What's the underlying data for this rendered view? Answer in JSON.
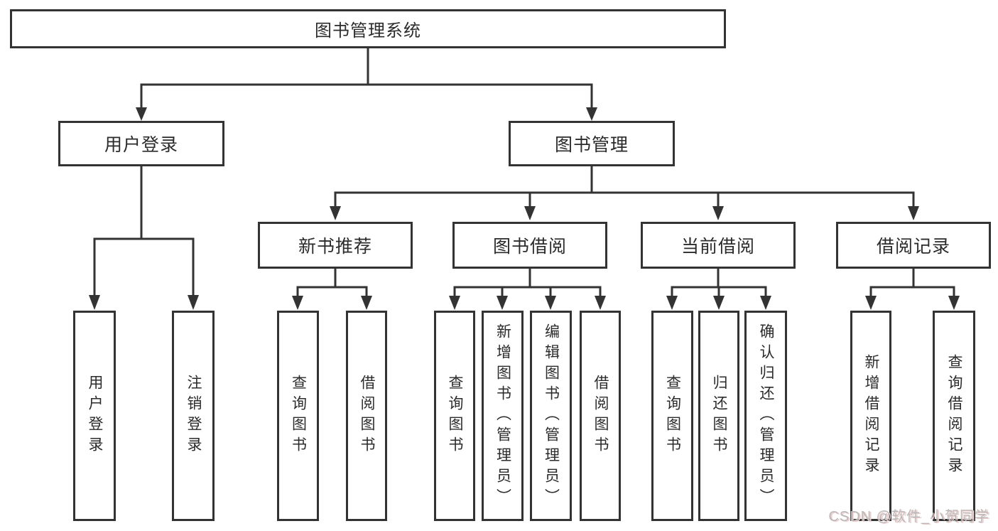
{
  "colors": {
    "line": "#333333",
    "text": "#2b2b2b",
    "box_background": "#ffffff",
    "watermark": "#b9b9b9"
  },
  "watermark": {
    "text": "CSDN @软件_小贺同学"
  },
  "tree": {
    "root": {
      "label": "图书管理系统"
    },
    "level2": [
      {
        "label": "用户登录",
        "children": [
          {
            "label": "用户登录"
          },
          {
            "label": "注销登录"
          }
        ]
      },
      {
        "label": "图书管理",
        "children": [
          {
            "label": "新书推荐",
            "children": [
              {
                "label": "查询图书"
              },
              {
                "label": "借阅图书"
              }
            ]
          },
          {
            "label": "图书借阅",
            "children": [
              {
                "label": "查询图书"
              },
              {
                "label": "新增图书（管理员）"
              },
              {
                "label": "编辑图书（管理员）"
              },
              {
                "label": "借阅图书"
              }
            ]
          },
          {
            "label": "当前借阅",
            "children": [
              {
                "label": "查询图书"
              },
              {
                "label": "归还图书"
              },
              {
                "label": "确认归还（管理员）"
              }
            ]
          },
          {
            "label": "借阅记录",
            "children": [
              {
                "label": "新增借阅记录"
              },
              {
                "label": "查询借阅记录"
              }
            ]
          }
        ]
      }
    ]
  }
}
